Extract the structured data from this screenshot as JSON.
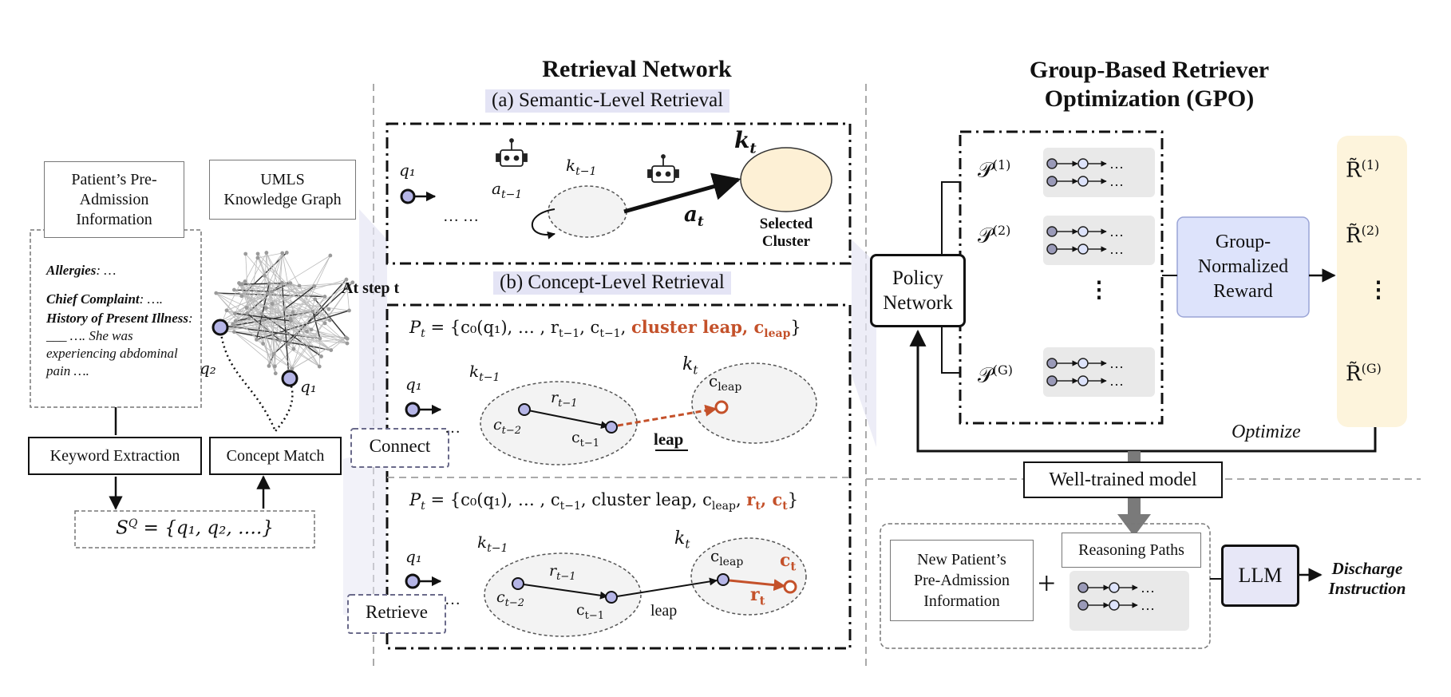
{
  "retrieval_network": {
    "title": "Retrieval Network",
    "semantic_title": "(a) Semantic-Level Retrieval",
    "concept_title": "(b) Concept-Level Retrieval",
    "q1": "q₁",
    "ellipsis": "… …",
    "a_prev": "a",
    "a_prev_sub": "t−1",
    "k_prev": "k",
    "k_prev_sub": "t−1",
    "k_t": "k",
    "k_t_sub": "t",
    "a_t": "a",
    "a_t_sub": "t",
    "selected_cluster": "Selected\nCluster",
    "at_step": "At step t",
    "path1_prefix": "P",
    "path1_mid": " = {c₀(q₁), … , r",
    "path1_rest": ", c",
    "path1_tail": ", ",
    "path1_red": "cluster leap, c",
    "path1_red_sub": "leap",
    "path1_end": "}",
    "path2_prefix": "P",
    "path2_mid": " = {c₀(q₁), … , c",
    "path2_rest": ", cluster leap, c",
    "path2_red": "r",
    "path2_red2": ", c",
    "path2_end": "}",
    "t_minus_1": "t−1",
    "c_t_minus_2": "c",
    "c_t_minus_2_sub": "t−2",
    "c_t_minus_1": "c",
    "c_leap": "c",
    "leap_sub": "leap",
    "leap_label": "leap",
    "r_t": "r",
    "c_t": "c",
    "t_sub": "t",
    "connect": "Connect",
    "retrieve": "Retrieve"
  },
  "left_panel": {
    "patient_box": "Patient’s Pre-\nAdmission\nInformation",
    "kg_box": "UMLS\nKnowledge Graph",
    "allergies_label": "Allergies",
    "allergies_value": ": …",
    "chief_label": "Chief Complaint",
    "chief_value": ": ….",
    "history_label": "History of Present Illness",
    "history_value": ": ___ …. She was experiencing abdominal pain ….",
    "q1": "q₁",
    "q2": "q₂",
    "keyword_extraction": "Keyword Extraction",
    "concept_match": "Concept Match",
    "sq": "S",
    "sq_sup": "Q",
    "sq_rest": " = {q₁, q₂, ….}"
  },
  "gpo": {
    "title": "Group-Based Retriever\nOptimization (GPO)",
    "policy_network": "Policy\nNetwork",
    "p1": "𝒫",
    "p1_sup": "(1)",
    "p2": "𝒫",
    "p2_sup": "(2)",
    "pg": "𝒫",
    "pg_sup": "(G)",
    "path_dots": "…",
    "vdots": "⋮",
    "group_reward": "Group-\nNormalized\nReward",
    "r1": "R̃",
    "r1_sup": "(1)",
    "r2": "R̃",
    "r2_sup": "(2)",
    "rg": "R̃",
    "rg_sup": "(G)",
    "optimize": "Optimize",
    "well_trained": "Well-trained model"
  },
  "inference": {
    "new_patient": "New Patient’s\nPre-Admission\nInformation",
    "plus": "+",
    "reasoning_paths": "Reasoning Paths",
    "llm": "LLM",
    "discharge": "Discharge\nInstruction"
  },
  "colors": {
    "accent_red": "#c4512a",
    "node_purple": "#b5b5e6",
    "cluster_yellow": "#fdf0d5",
    "group_blue": "#dde3fb",
    "reward_band": "#fdf4dc",
    "panel_gray": "#e9e9e9"
  },
  "icons": [
    "robot-icon",
    "graph-icon"
  ]
}
